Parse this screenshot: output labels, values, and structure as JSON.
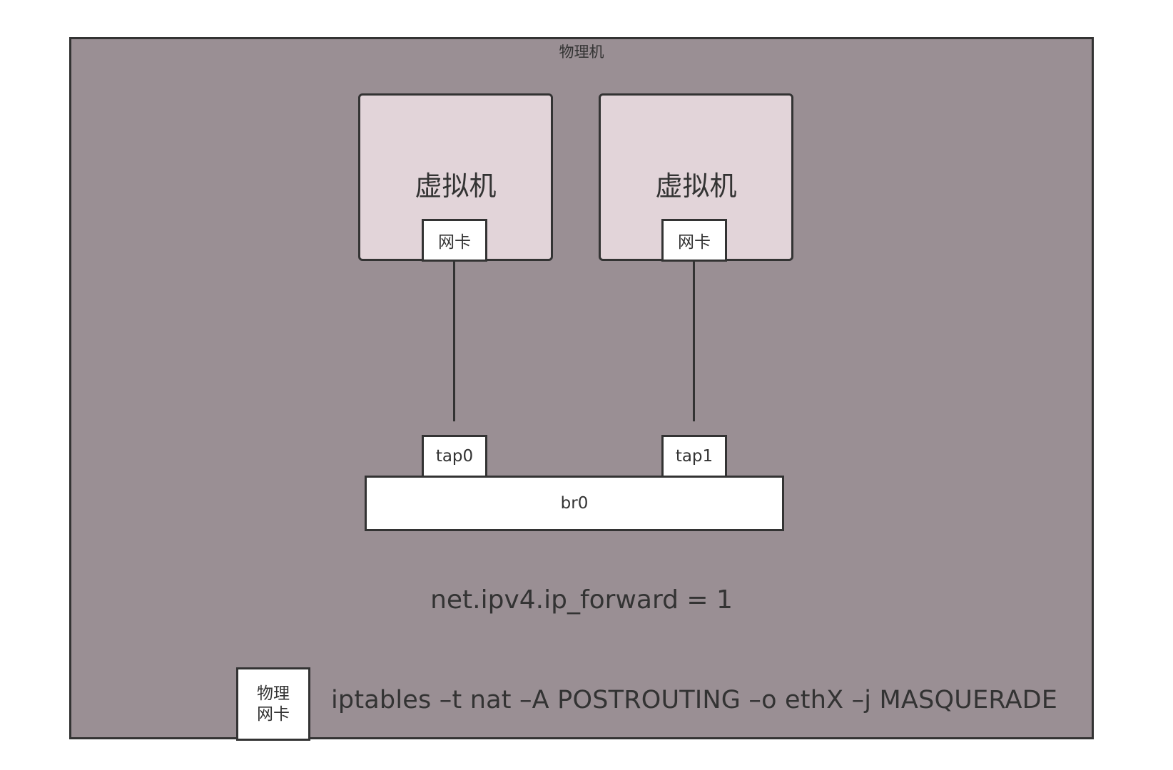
{
  "host": {
    "title": "物理机",
    "vms": [
      {
        "title": "虚拟机",
        "nic_label": "网卡"
      },
      {
        "title": "虚拟机",
        "nic_label": "网卡"
      }
    ],
    "taps": [
      "tap0",
      "tap1"
    ],
    "bridge": "br0",
    "sysctl_note": "net.ipv4.ip_forward = 1",
    "physical_nic": {
      "line1": "物理",
      "line2": "网卡"
    },
    "iptables_note": "iptables –t nat –A POSTROUTING –o ethX –j MASQUERADE"
  },
  "colors": {
    "host_fill": "#9a8f94",
    "vm_fill": "#e2d4d9",
    "stroke": "#333333",
    "box_fill": "#ffffff"
  }
}
